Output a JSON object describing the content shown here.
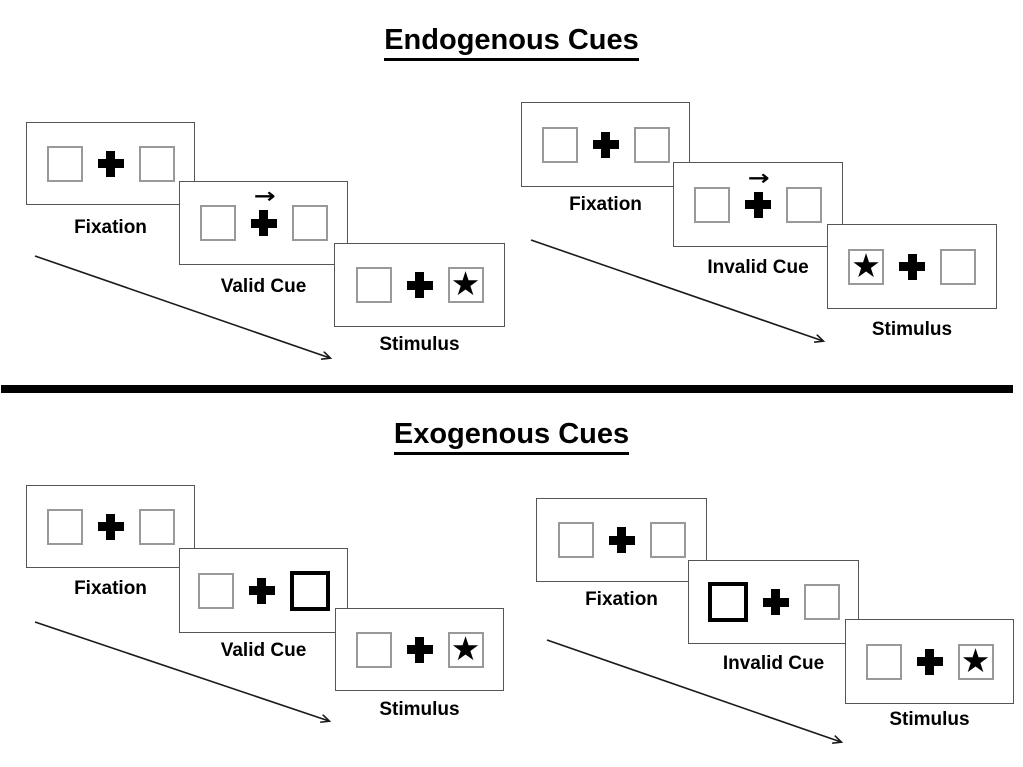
{
  "sections": [
    {
      "title": "Endogenous Cues",
      "sequences": [
        {
          "name": "valid",
          "cards": [
            {
              "label": "Fixation",
              "left": "empty",
              "right": "empty"
            },
            {
              "label": "Valid Cue",
              "left": "empty",
              "right": "empty",
              "cue": "central-arrow-pointing-right"
            },
            {
              "label": "Stimulus",
              "left": "empty",
              "right": "star"
            }
          ]
        },
        {
          "name": "invalid",
          "cards": [
            {
              "label": "Fixation",
              "left": "empty",
              "right": "empty"
            },
            {
              "label": "Invalid Cue",
              "left": "empty",
              "right": "empty",
              "cue": "central-arrow-pointing-right"
            },
            {
              "label": "Stimulus",
              "left": "star",
              "right": "empty"
            }
          ]
        }
      ]
    },
    {
      "title": "Exogenous Cues",
      "sequences": [
        {
          "name": "valid",
          "cards": [
            {
              "label": "Fixation",
              "left": "empty",
              "right": "empty"
            },
            {
              "label": "Valid Cue",
              "left": "empty",
              "right": "highlighted-box"
            },
            {
              "label": "Stimulus",
              "left": "empty",
              "right": "star"
            }
          ]
        },
        {
          "name": "invalid",
          "cards": [
            {
              "label": "Fixation",
              "left": "empty",
              "right": "empty"
            },
            {
              "label": "Invalid Cue",
              "left": "highlighted-box",
              "right": "empty"
            },
            {
              "label": "Stimulus",
              "left": "empty",
              "right": "star"
            }
          ]
        }
      ]
    }
  ],
  "glyphs": {
    "cue_arrow": "→",
    "star": "★"
  },
  "colors": {
    "ink": "#000000",
    "card_border": "#555555",
    "square_border": "#999999",
    "highlight_border": "#000000",
    "background": "#ffffff"
  }
}
